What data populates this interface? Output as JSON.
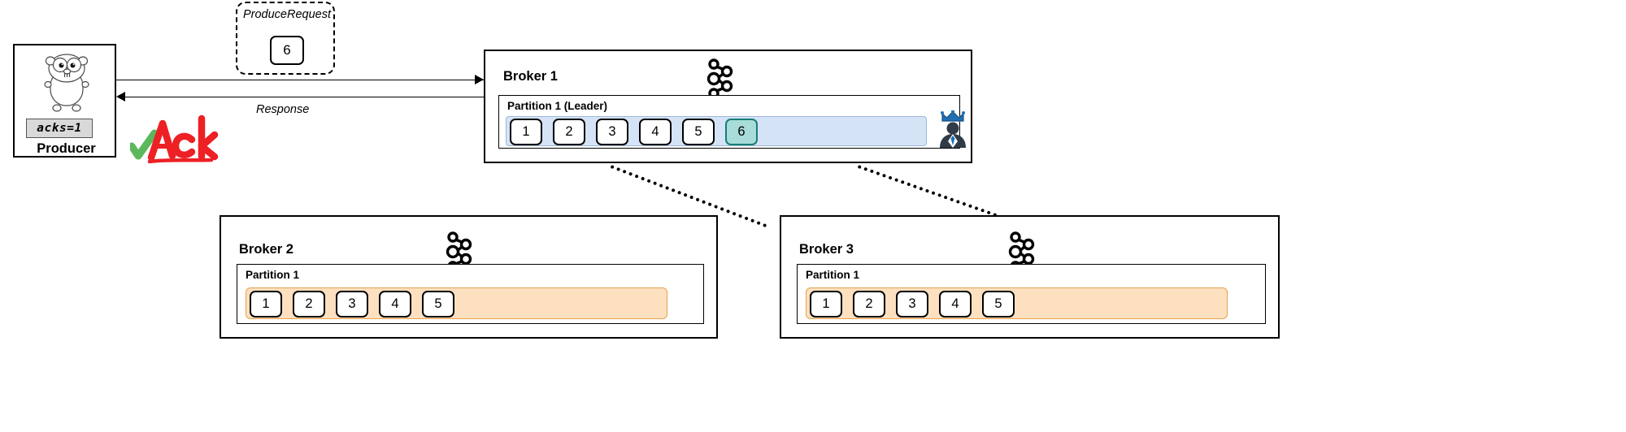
{
  "producer": {
    "label": "Producer",
    "acks_config": "acks=1",
    "icon": "go-gopher-mascot-icon"
  },
  "annotations": {
    "ack_handwritten": "Ack",
    "ack_color": "#ed2024",
    "check_color": "#5cb85c",
    "check_icon": "green-check-icon"
  },
  "flow": {
    "request_label": "ProduceRequest",
    "request_message": "6",
    "response_label": "Response",
    "request_arrow_icon": "arrow-right-icon",
    "response_arrow_icon": "arrow-left-icon"
  },
  "colors": {
    "leader_log_fill": "#d5e3f7",
    "leader_log_border": "#9db7d8",
    "follower_log_fill": "#fce0c0",
    "follower_log_border": "#e8a14c",
    "new_message_fill": "#a8dcd8",
    "new_message_border": "#167d77",
    "frame_border": "#000000"
  },
  "brokers": [
    {
      "title": "Broker 1",
      "logo_icon": "kafka-logo-icon",
      "role": "leader",
      "partition": {
        "label": "Partition 1 (Leader)",
        "messages": [
          "1",
          "2",
          "3",
          "4",
          "5",
          "6"
        ],
        "highlight_index": 5,
        "leader_icon": "leader-crown-person-icon"
      }
    },
    {
      "title": "Broker 2",
      "logo_icon": "kafka-logo-icon",
      "role": "follower",
      "partition": {
        "label": "Partition 1",
        "messages": [
          "1",
          "2",
          "3",
          "4",
          "5"
        ],
        "highlight_index": -1,
        "leader_icon": ""
      }
    },
    {
      "title": "Broker 3",
      "logo_icon": "kafka-logo-icon",
      "role": "follower",
      "partition": {
        "label": "Partition 1",
        "messages": [
          "1",
          "2",
          "3",
          "4",
          "5"
        ],
        "highlight_index": -1,
        "leader_icon": ""
      }
    }
  ],
  "replication_links": [
    {
      "name": "broker1-to-broker2",
      "style": "dotted"
    },
    {
      "name": "broker1-to-broker3",
      "style": "dotted"
    }
  ]
}
